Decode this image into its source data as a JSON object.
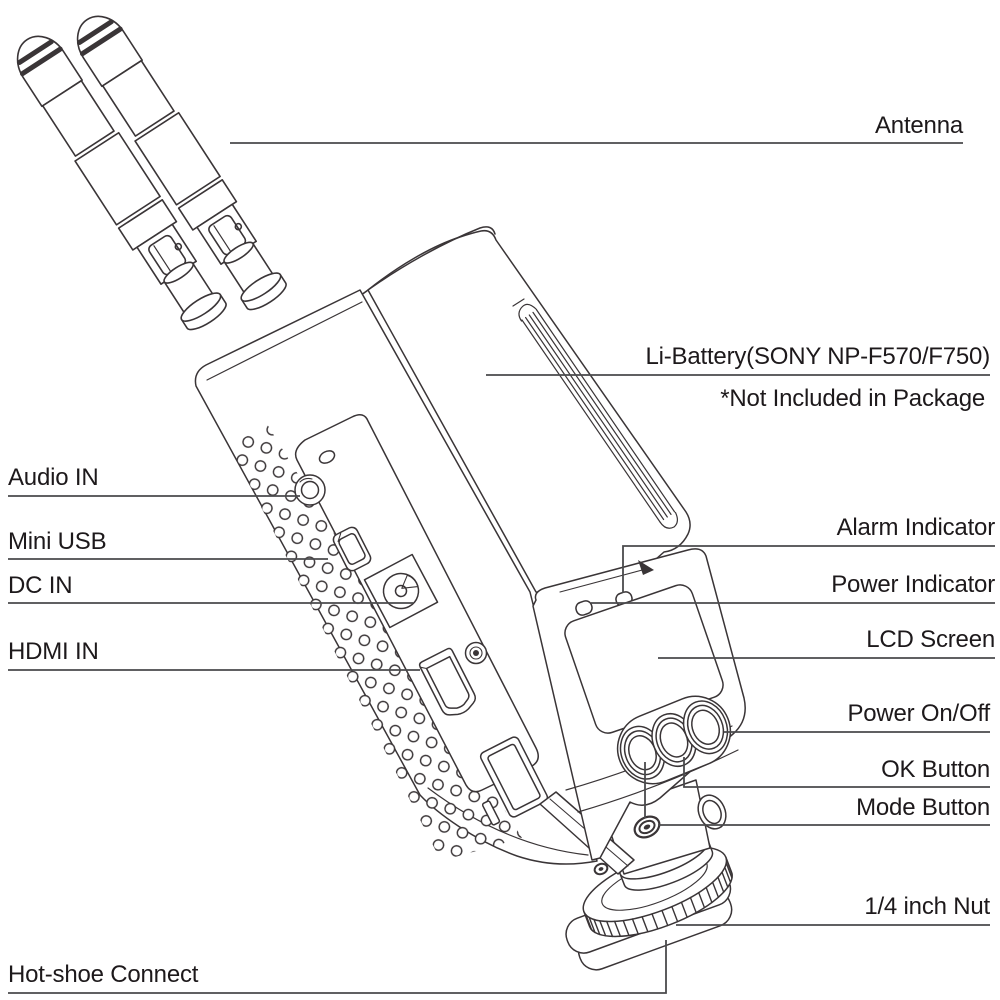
{
  "diagram": {
    "labels": {
      "antenna": "Antenna",
      "battery_line1": "Li-Battery(SONY NP-F570/F750)",
      "battery_line2": "*Not Included in Package",
      "audio_in": "Audio IN",
      "mini_usb": "Mini USB",
      "dc_in": "DC IN",
      "hdmi_in": "HDMI IN",
      "alarm_indicator": "Alarm Indicator",
      "power_indicator": "Power Indicator",
      "lcd_screen": "LCD Screen",
      "power_on_off": "Power On/Off",
      "ok_button": "OK Button",
      "mode_button": "Mode Button",
      "quarter_inch_nut": "1/4 inch Nut",
      "hot_shoe_connect": "Hot-shoe Connect"
    },
    "colors": {
      "line": "#3a3537",
      "leader": "#4a4a4c",
      "text": "#1d191b",
      "background": "#ffffff"
    }
  }
}
